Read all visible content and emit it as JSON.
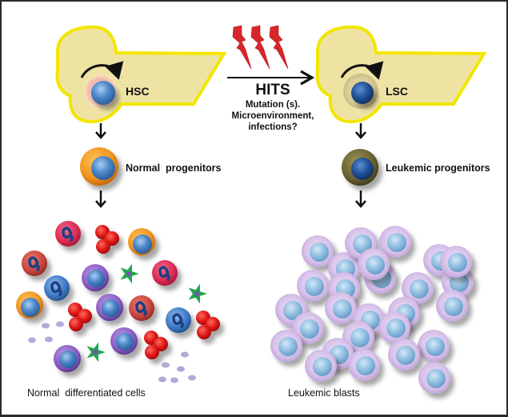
{
  "hsc_label": "HSC",
  "lsc_label": "LSC",
  "hits": {
    "title": "HITS",
    "lines": [
      "Mutation (s).",
      "Microenvironment,",
      "infections?"
    ]
  },
  "normal_progenitors_label": "Normal  progenitors",
  "leukemic_progenitors_label": "Leukemic progenitors",
  "normal_cells_label": "Normal  differentiated cells",
  "leukemic_blasts_label": "Leukemic blasts",
  "colors": {
    "niche_fill": "#efe3a4",
    "niche_stroke": "#f2e600",
    "nucleus_blue": "#4a86c8",
    "dark_nucleus": "#1e4f94",
    "progenitor_orange": "#f0941e",
    "leukemic_olive": "#6b6233",
    "lightning": "#d9262b",
    "rbc_red": "#e01a1a",
    "neutrophil_pink": "#dc2a52",
    "platelet_green": "#1fa84a",
    "mono_purple": "#8a5cc4",
    "blast_lilac": "#d8c2ea",
    "blast_nucleus": "#8fbde0"
  }
}
